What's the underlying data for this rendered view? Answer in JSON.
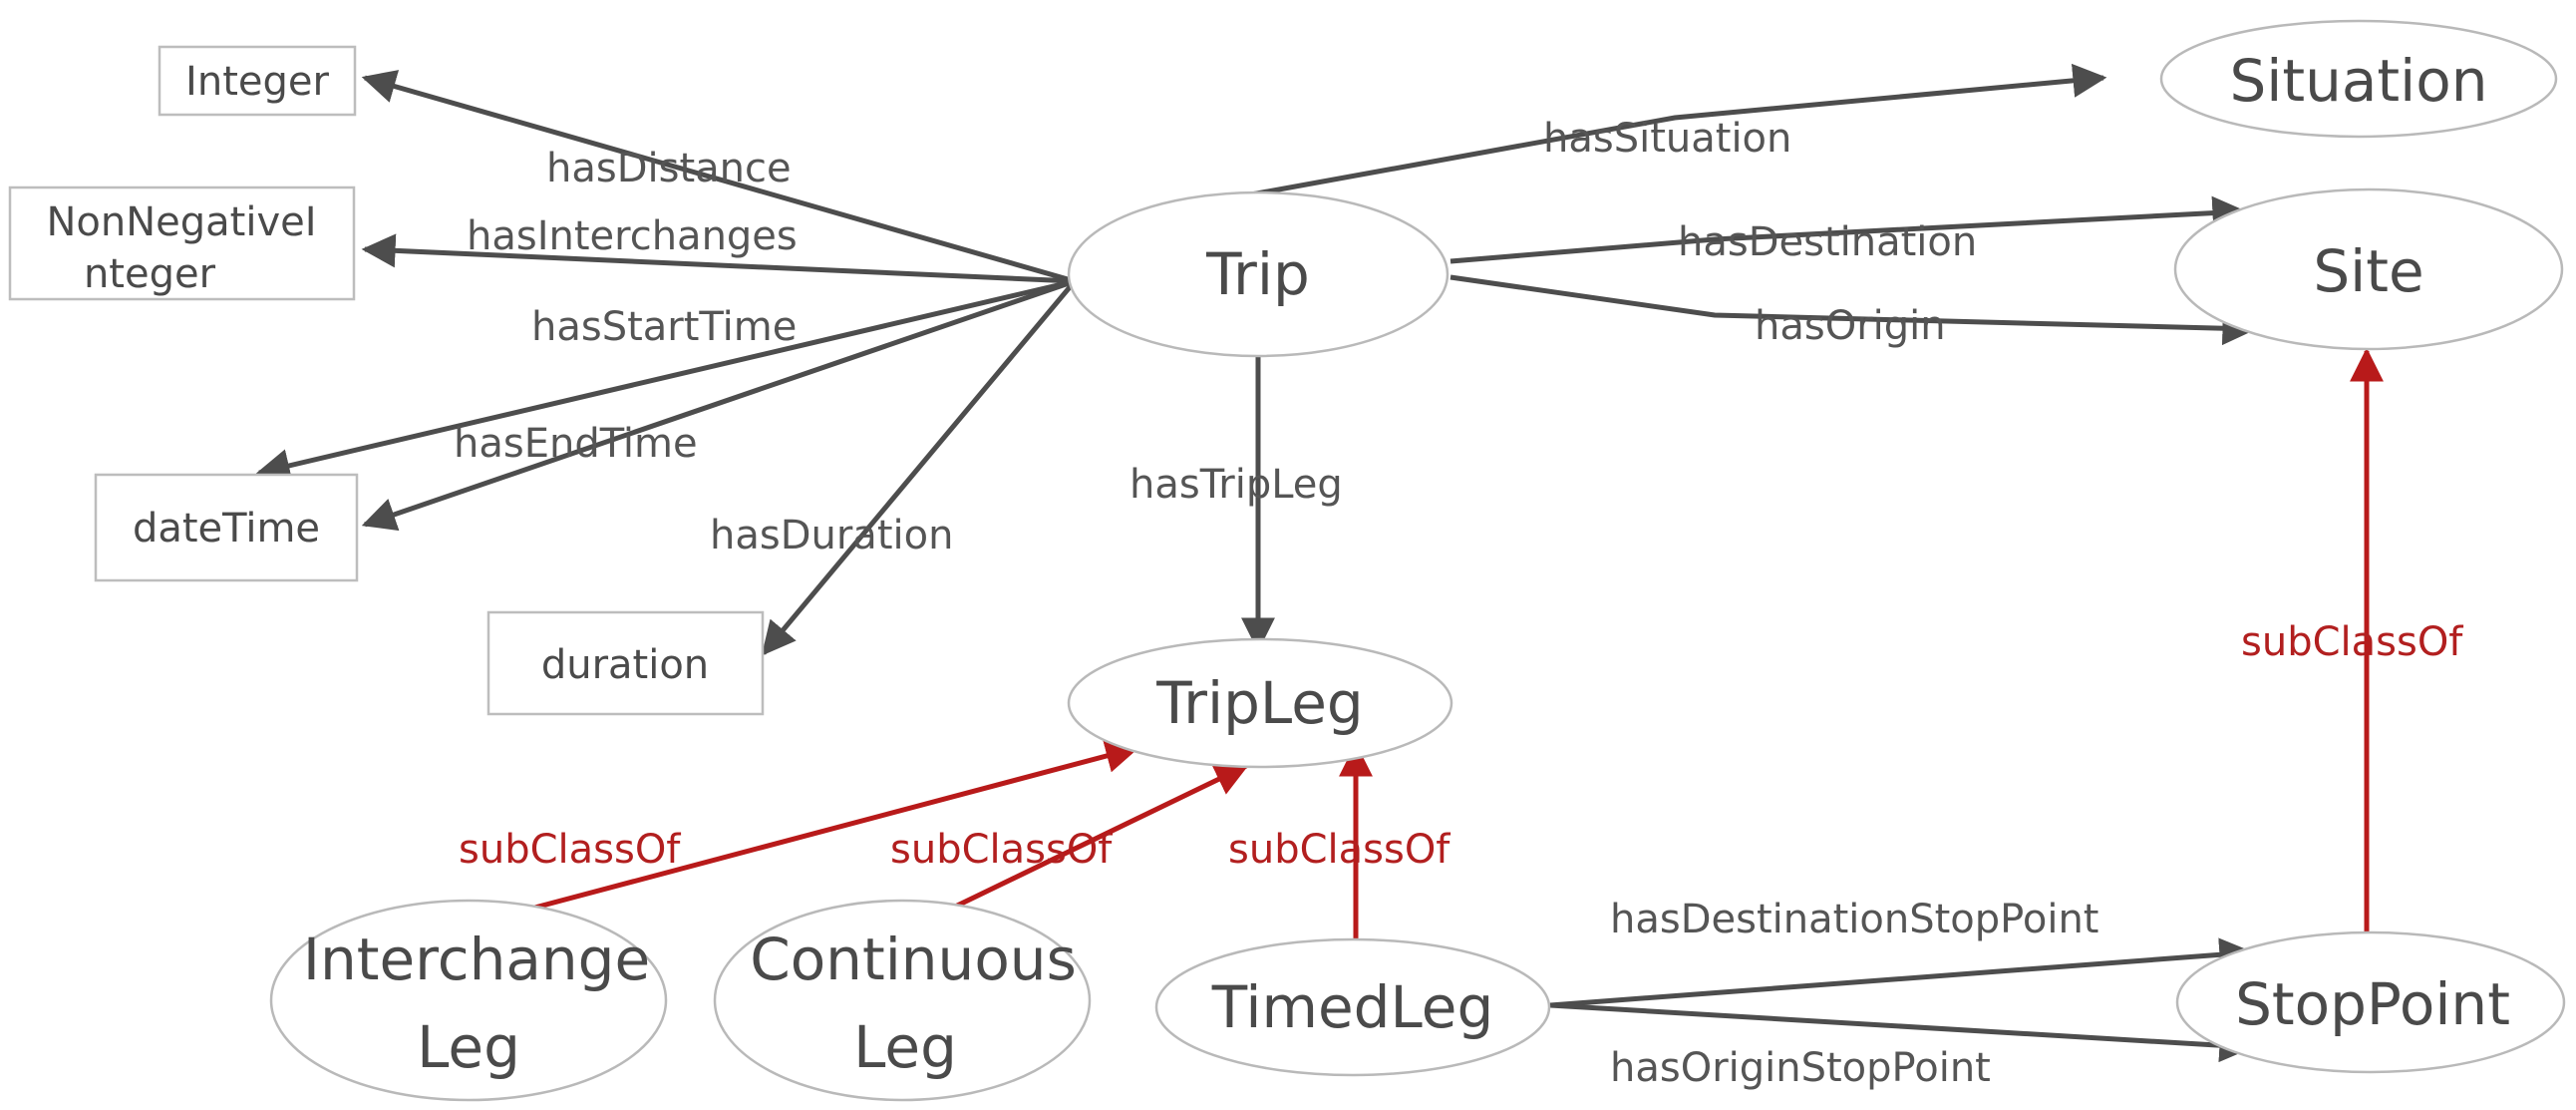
{
  "colors": {
    "relation": "#4d4d4d",
    "subclass": "#b81a1a",
    "node_border": "#b9b9b9",
    "text": "#4a4a4a"
  },
  "nodes": {
    "trip": "Trip",
    "situation": "Situation",
    "site": "Site",
    "tripleg": "TripLeg",
    "interchange_leg": [
      "Interchange",
      "Leg"
    ],
    "continuous_leg": [
      "Continuous",
      "Leg"
    ],
    "timed_leg": "TimedLeg",
    "stoppoint": "StopPoint"
  },
  "datatypes": {
    "integer": "Integer",
    "nonnegative": [
      "NonNegativeI",
      "nteger"
    ],
    "datetime": "dateTime",
    "duration": "duration"
  },
  "edges": {
    "hasDistance": "hasDistance",
    "hasInterchanges": "hasInterchanges",
    "hasStartTime": "hasStartTime",
    "hasEndTime": "hasEndTime",
    "hasDuration": "hasDuration",
    "hasSituation": "hasSituation",
    "hasDestination": "hasDestination",
    "hasOrigin": "hasOrigin",
    "hasTripLeg": "hasTripLeg",
    "hasDestinationStopPoint": "hasDestinationStopPoint",
    "hasOriginStopPoint": "hasOriginStopPoint",
    "subclass_interchange": "subClassOf",
    "subclass_continuous": "subClassOf",
    "subclass_timed": "subClassOf",
    "subclass_stoppoint": "subClassOf"
  }
}
